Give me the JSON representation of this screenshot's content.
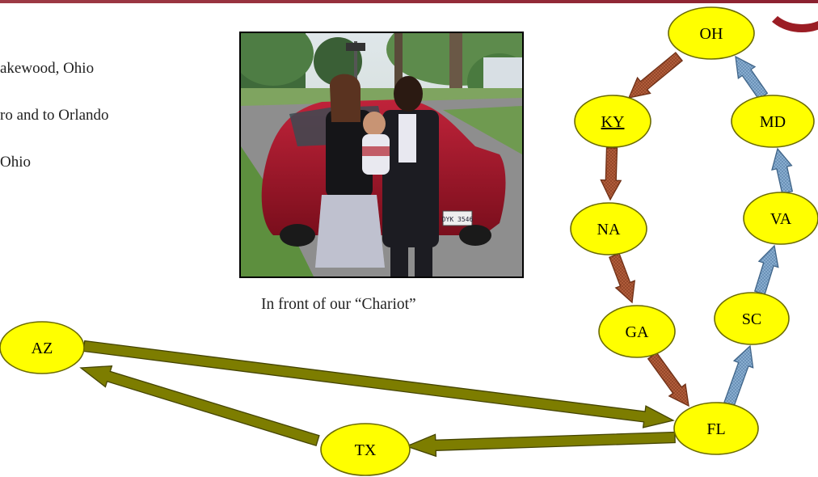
{
  "text_lines": [
    "akewood, Ohio",
    "ro and to Orlando",
    "Ohio"
  ],
  "photo": {
    "caption": "In front of our “Chariot”",
    "plate": "DYK 3546"
  },
  "route": {
    "nodes": {
      "oh": "OH",
      "ky": "KY",
      "md": "MD",
      "na": "NA",
      "va": "VA",
      "sc": "SC",
      "ga": "GA",
      "fl": "FL",
      "az": "AZ",
      "tx": "TX"
    },
    "colors": {
      "node_fill": "#ffff00",
      "node_stroke": "#6b6b00",
      "arrow_brown": "#b5603e",
      "arrow_blue": "#7ea7cc",
      "arrow_olive": "#7d7d00",
      "accent_bar": "#9b1d24"
    }
  }
}
